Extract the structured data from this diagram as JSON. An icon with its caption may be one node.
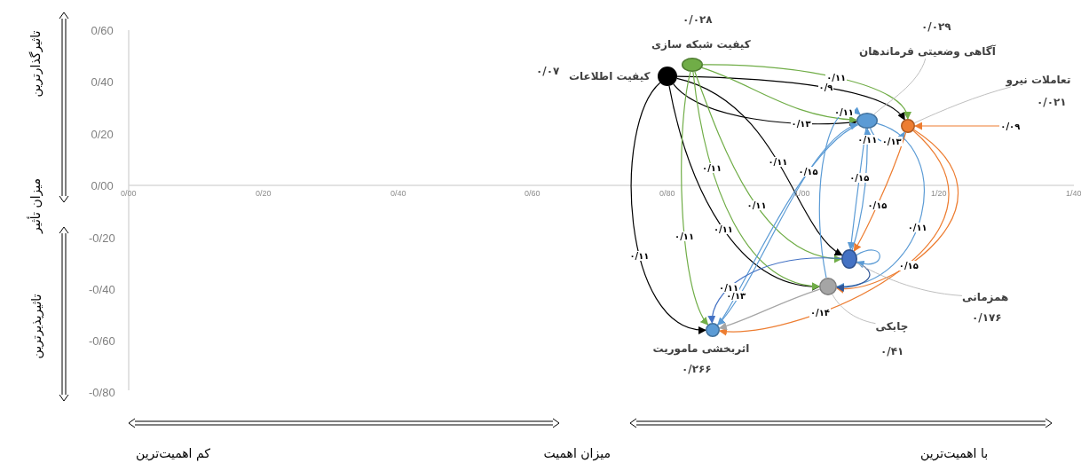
{
  "diagram": {
    "nodes": [
      {
        "text": [],
        "shape": "circle",
        "beside": [
          "۰/۰۲۸",
          "کیفیت شبکه سازی"
        ]
      },
      {
        "text": [
          "آگاهی وضعیتی فرماندهان"
        ],
        "beside": [
          "۰/۰۲۹"
        ]
      },
      {
        "text": [],
        "shape": "circle",
        "beside": [
          "کیفیت اطلاعات",
          "۰/۰۷"
        ]
      },
      {
        "text": [
          "تعاملات نیرو"
        ],
        "beside": [
          "۰/۰۲۱"
        ]
      },
      {
        "text": [],
        "shape": "circle"
      },
      {
        "text": [],
        "shape": "circle"
      },
      {
        "text": [],
        "shape": "circle"
      },
      {
        "text": [],
        "shape": "circle"
      },
      {
        "text": [
          "همزمانی"
        ],
        "beside": [
          "۰/۱۷۶"
        ]
      },
      {
        "text": [],
        "shape": "circle",
        "beside": [
          "اثربخشی ماموریت",
          "۰/۲۶۶"
        ]
      },
      {
        "text": [
          "چابکی"
        ],
        "beside": [
          "۰/۴۱"
        ]
      }
    ],
    "edges": [
      {
        "from": 2,
        "to": 5,
        "arrow": "to",
        "label": "۰/۹",
        "color": "#000000"
      },
      {
        "from": 2,
        "to": 4,
        "arrow": "to",
        "label": "۰/۱۳",
        "color": "#000000"
      },
      {
        "from": 2,
        "to": 6,
        "arrow": "to",
        "label": "۰/۱۱",
        "color": "#000000"
      },
      {
        "from": 2,
        "to": 7,
        "arrow": "to",
        "label": "۰/۱۱",
        "color": "#000000"
      },
      {
        "from": 2,
        "to": 9,
        "arrow": "to",
        "label": "۰/۱۱",
        "color": "#000000"
      },
      {
        "from": 0,
        "to": 5,
        "arrow": "to",
        "label": "۰/۱۱",
        "color": "#70ad47"
      },
      {
        "from": 0,
        "to": 4,
        "arrow": "to",
        "color": "#70ad47"
      },
      {
        "from": 0,
        "to": 6,
        "arrow": "to",
        "label": "۰/۱۱",
        "color": "#70ad47"
      },
      {
        "from": 0,
        "to": 7,
        "arrow": "to",
        "label": "۰/۱۱",
        "color": "#70ad47"
      },
      {
        "from": 0,
        "to": 9,
        "arrow": "to",
        "label": "۰/۱۱",
        "color": "#70ad47"
      },
      {
        "from": 9,
        "to": 4,
        "arrow": "to",
        "label": "۰/۱۵",
        "color": "#5b9bd5"
      },
      {
        "from": 4,
        "to": 5,
        "arrow": "to",
        "label": "۰/۱۳",
        "color": "#5b9bd5"
      },
      {
        "from": 4,
        "to": 6,
        "arrow": "to",
        "label": "۰/۱۵",
        "color": "#5b9bd5"
      },
      {
        "from": 4,
        "to": 7,
        "arrow": "to",
        "label": "۰/۱۱",
        "color": "#5b9bd5"
      },
      {
        "from": 4,
        "to": 9,
        "arrow": "to",
        "label": "۰/۱۳",
        "color": "#5b9bd5"
      },
      {
        "from": 7,
        "to": 4,
        "arrow": "to",
        "label": "۰/۱۱",
        "color": "#5b9bd5"
      },
      {
        "from": 6,
        "to": 4,
        "arrow": "to",
        "label": "۰/۱۱",
        "color": "#5b9bd5"
      },
      {
        "from": null,
        "to": 5,
        "arrow": "to",
        "label": "۰/۰۹",
        "color": "#ed7d31"
      },
      {
        "from": 5,
        "to": 6,
        "arrow": "to",
        "label": "۰/۱۵",
        "color": "#ed7d31"
      },
      {
        "from": 5,
        "to": 7,
        "arrow": "to",
        "label": "۰/۱۵",
        "color": "#ed7d31"
      },
      {
        "from": 5,
        "to": 9,
        "arrow": "to",
        "label": "۰/۱۴",
        "color": "#ed7d31"
      },
      {
        "from": 6,
        "to": 7,
        "arrow": "to",
        "color": "#2f5597"
      },
      {
        "from": 6,
        "to": 9,
        "arrow": "to",
        "label": "۰/۱۱",
        "color": "#4472c4"
      },
      {
        "from": 6,
        "to": 6,
        "arrow": "to",
        "color": "#5b9bd5"
      },
      {
        "from": 7,
        "to": 9,
        "arrow": "to",
        "color": "#a5a5a5"
      },
      {
        "from": 1,
        "to": 4,
        "arrow": "none",
        "color": "#bfbfbf"
      },
      {
        "from": 3,
        "to": 5,
        "arrow": "none",
        "color": "#bfbfbf"
      },
      {
        "from": 8,
        "to": 6,
        "arrow": "none",
        "color": "#bfbfbf"
      },
      {
        "from": 10,
        "to": 7,
        "arrow": "none",
        "color": "#bfbfbf"
      }
    ],
    "labels": [
      "تاثیرگذارترین",
      "میزان تأثیر",
      "تاثیرپذیرترین",
      "0/60",
      "0/40",
      "0/20",
      "0/00",
      "-0/20",
      "-0/40",
      "-0/60",
      "-0/80",
      "0/00",
      "0/20",
      "0/40",
      "0/60",
      "0/80",
      "1/00",
      "1/20",
      "1/40",
      "کم اهمیت‌ترین",
      "میزان اهمیت",
      "با اهمیت‌ترین"
    ]
  }
}
